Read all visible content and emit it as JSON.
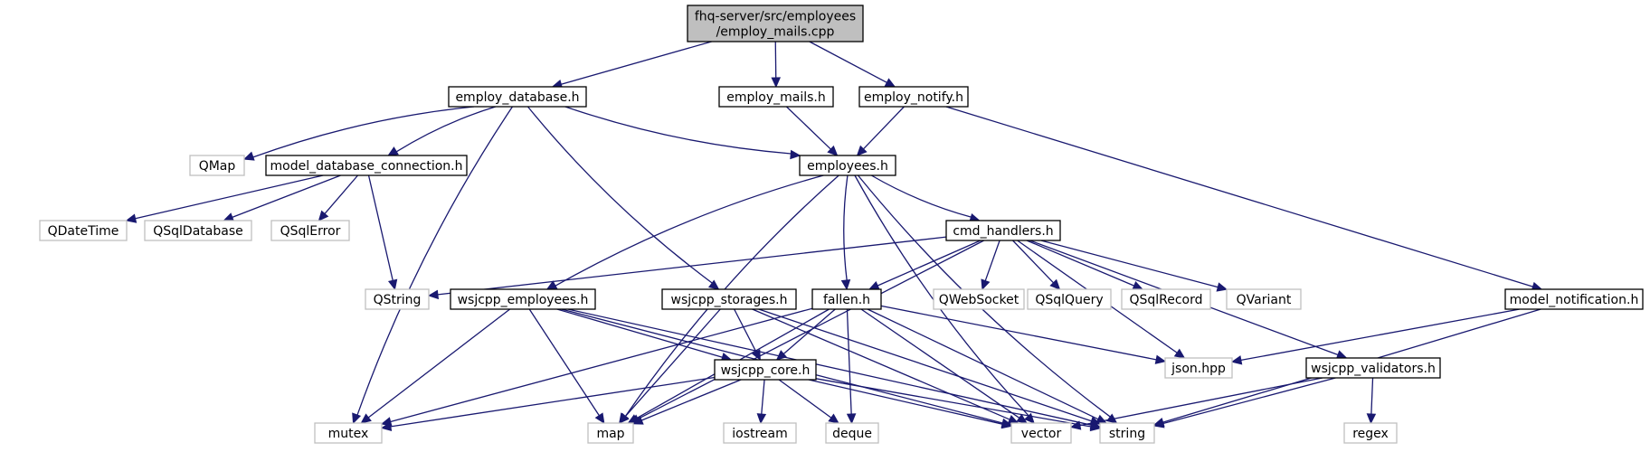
{
  "graph": {
    "colors": {
      "edge": "#191970",
      "node_border": "#000000",
      "external_border": "#bfbfbf",
      "root_fill": "#bfbfbf",
      "node_fill": "#ffffff"
    },
    "nodes": [
      {
        "id": "root",
        "label_lines": [
          "fhq-server/src/employees",
          "/employ_mails.cpp"
        ],
        "kind": "root"
      },
      {
        "id": "employ_database",
        "label_lines": [
          "employ_database.h"
        ],
        "kind": "file"
      },
      {
        "id": "employ_mails_h",
        "label_lines": [
          "employ_mails.h"
        ],
        "kind": "file"
      },
      {
        "id": "employ_notify",
        "label_lines": [
          "employ_notify.h"
        ],
        "kind": "file"
      },
      {
        "id": "qmap",
        "label_lines": [
          "QMap"
        ],
        "kind": "external"
      },
      {
        "id": "model_database_connection",
        "label_lines": [
          "model_database_connection.h"
        ],
        "kind": "file"
      },
      {
        "id": "employees",
        "label_lines": [
          "employees.h"
        ],
        "kind": "file"
      },
      {
        "id": "qdatetime",
        "label_lines": [
          "QDateTime"
        ],
        "kind": "external"
      },
      {
        "id": "qsqldatabase",
        "label_lines": [
          "QSqlDatabase"
        ],
        "kind": "external"
      },
      {
        "id": "qsqlerror",
        "label_lines": [
          "QSqlError"
        ],
        "kind": "external"
      },
      {
        "id": "cmd_handlers",
        "label_lines": [
          "cmd_handlers.h"
        ],
        "kind": "file"
      },
      {
        "id": "qstring",
        "label_lines": [
          "QString"
        ],
        "kind": "external"
      },
      {
        "id": "wsjcpp_employees",
        "label_lines": [
          "wsjcpp_employees.h"
        ],
        "kind": "file"
      },
      {
        "id": "wsjcpp_storages",
        "label_lines": [
          "wsjcpp_storages.h"
        ],
        "kind": "file"
      },
      {
        "id": "fallen",
        "label_lines": [
          "fallen.h"
        ],
        "kind": "file"
      },
      {
        "id": "qwebsocket",
        "label_lines": [
          "QWebSocket"
        ],
        "kind": "external"
      },
      {
        "id": "qsqlquery",
        "label_lines": [
          "QSqlQuery"
        ],
        "kind": "external"
      },
      {
        "id": "qsqlrecord",
        "label_lines": [
          "QSqlRecord"
        ],
        "kind": "external"
      },
      {
        "id": "qvariant",
        "label_lines": [
          "QVariant"
        ],
        "kind": "external"
      },
      {
        "id": "model_notification",
        "label_lines": [
          "model_notification.h"
        ],
        "kind": "file"
      },
      {
        "id": "wsjcpp_core",
        "label_lines": [
          "wsjcpp_core.h"
        ],
        "kind": "file"
      },
      {
        "id": "json_hpp",
        "label_lines": [
          "json.hpp"
        ],
        "kind": "external"
      },
      {
        "id": "wsjcpp_validators",
        "label_lines": [
          "wsjcpp_validators.h"
        ],
        "kind": "file"
      },
      {
        "id": "mutex",
        "label_lines": [
          "mutex"
        ],
        "kind": "external"
      },
      {
        "id": "map",
        "label_lines": [
          "map"
        ],
        "kind": "external"
      },
      {
        "id": "iostream",
        "label_lines": [
          "iostream"
        ],
        "kind": "external"
      },
      {
        "id": "deque",
        "label_lines": [
          "deque"
        ],
        "kind": "external"
      },
      {
        "id": "vector",
        "label_lines": [
          "vector"
        ],
        "kind": "external"
      },
      {
        "id": "string",
        "label_lines": [
          "string"
        ],
        "kind": "external"
      },
      {
        "id": "regex",
        "label_lines": [
          "regex"
        ],
        "kind": "external"
      }
    ],
    "edges": [
      {
        "from": "root",
        "to": "employ_database"
      },
      {
        "from": "root",
        "to": "employ_mails_h"
      },
      {
        "from": "root",
        "to": "employ_notify"
      },
      {
        "from": "employ_database",
        "to": "qmap"
      },
      {
        "from": "employ_database",
        "to": "model_database_connection"
      },
      {
        "from": "employ_database",
        "to": "employees"
      },
      {
        "from": "employ_database",
        "to": "wsjcpp_storages"
      },
      {
        "from": "employ_database",
        "to": "mutex"
      },
      {
        "from": "employ_mails_h",
        "to": "employees"
      },
      {
        "from": "employ_notify",
        "to": "employees"
      },
      {
        "from": "employ_notify",
        "to": "model_notification"
      },
      {
        "from": "model_database_connection",
        "to": "qdatetime"
      },
      {
        "from": "model_database_connection",
        "to": "qsqldatabase"
      },
      {
        "from": "model_database_connection",
        "to": "qsqlerror"
      },
      {
        "from": "model_database_connection",
        "to": "qstring"
      },
      {
        "from": "employees",
        "to": "cmd_handlers"
      },
      {
        "from": "employees",
        "to": "wsjcpp_employees"
      },
      {
        "from": "employees",
        "to": "fallen"
      },
      {
        "from": "employees",
        "to": "map"
      },
      {
        "from": "employees",
        "to": "vector"
      },
      {
        "from": "employees",
        "to": "string"
      },
      {
        "from": "cmd_handlers",
        "to": "qstring"
      },
      {
        "from": "cmd_handlers",
        "to": "fallen"
      },
      {
        "from": "cmd_handlers",
        "to": "qwebsocket"
      },
      {
        "from": "cmd_handlers",
        "to": "qsqlquery"
      },
      {
        "from": "cmd_handlers",
        "to": "qsqlrecord"
      },
      {
        "from": "cmd_handlers",
        "to": "qvariant"
      },
      {
        "from": "cmd_handlers",
        "to": "json_hpp"
      },
      {
        "from": "cmd_handlers",
        "to": "wsjcpp_validators"
      },
      {
        "from": "cmd_handlers",
        "to": "map"
      },
      {
        "from": "wsjcpp_employees",
        "to": "wsjcpp_core"
      },
      {
        "from": "wsjcpp_employees",
        "to": "mutex"
      },
      {
        "from": "wsjcpp_employees",
        "to": "map"
      },
      {
        "from": "wsjcpp_employees",
        "to": "vector"
      },
      {
        "from": "wsjcpp_employees",
        "to": "string"
      },
      {
        "from": "wsjcpp_storages",
        "to": "wsjcpp_core"
      },
      {
        "from": "wsjcpp_storages",
        "to": "map"
      },
      {
        "from": "wsjcpp_storages",
        "to": "vector"
      },
      {
        "from": "wsjcpp_storages",
        "to": "string"
      },
      {
        "from": "fallen",
        "to": "wsjcpp_core"
      },
      {
        "from": "fallen",
        "to": "json_hpp"
      },
      {
        "from": "fallen",
        "to": "mutex"
      },
      {
        "from": "fallen",
        "to": "map"
      },
      {
        "from": "fallen",
        "to": "deque"
      },
      {
        "from": "fallen",
        "to": "vector"
      },
      {
        "from": "fallen",
        "to": "string"
      },
      {
        "from": "model_notification",
        "to": "json_hpp"
      },
      {
        "from": "model_notification",
        "to": "string"
      },
      {
        "from": "wsjcpp_core",
        "to": "mutex"
      },
      {
        "from": "wsjcpp_core",
        "to": "map"
      },
      {
        "from": "wsjcpp_core",
        "to": "iostream"
      },
      {
        "from": "wsjcpp_core",
        "to": "deque"
      },
      {
        "from": "wsjcpp_core",
        "to": "vector"
      },
      {
        "from": "wsjcpp_core",
        "to": "string"
      },
      {
        "from": "wsjcpp_validators",
        "to": "vector"
      },
      {
        "from": "wsjcpp_validators",
        "to": "string"
      },
      {
        "from": "wsjcpp_validators",
        "to": "regex"
      }
    ]
  }
}
